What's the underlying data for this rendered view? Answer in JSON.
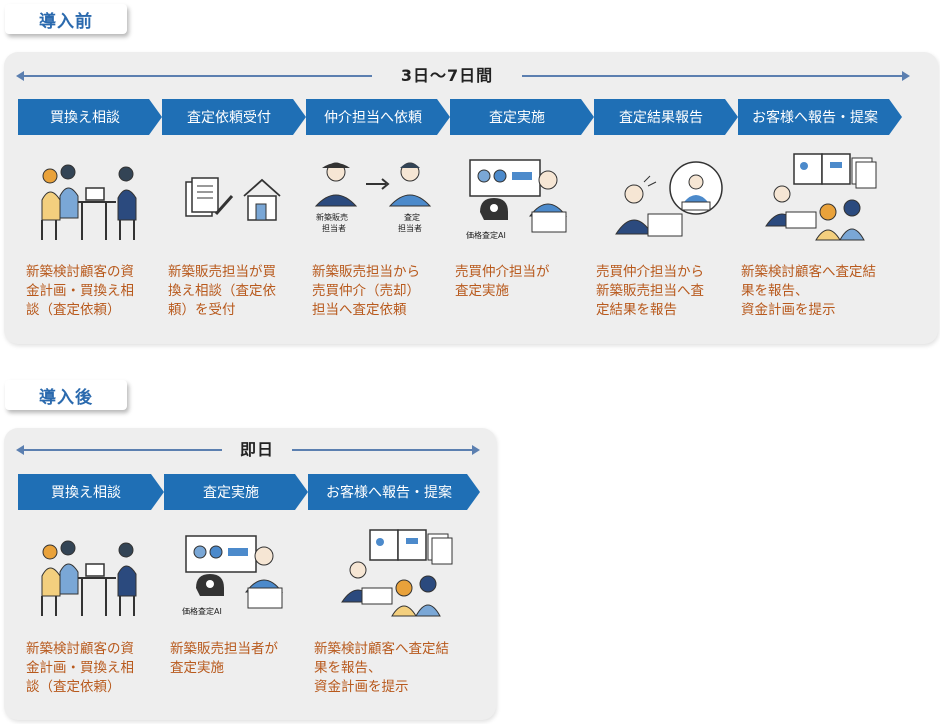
{
  "before": {
    "tab_label": "導入前",
    "duration": "3日〜7日間",
    "steps": [
      {
        "label": "買換え相談",
        "description": "新築検討顧客の資\n金計画・買換え相\n談（査定依頼）",
        "illustration": "consultation-icon"
      },
      {
        "label": "査定依頼受付",
        "description": "新築販売担当が買\n換え相談（査定依\n頼）を受付",
        "illustration": "documents-house-icon"
      },
      {
        "label": "仲介担当へ依頼",
        "description": "新築販売担当から\n売買仲介（売却）\n担当へ査定依頼",
        "illustration": "handoff-icon",
        "captions": [
          "新築販売\n担当者",
          "査定\n担当者"
        ]
      },
      {
        "label": "査定実施",
        "description": "売買仲介担当が\n査定実施",
        "illustration": "ai-appraisal-icon",
        "captions": [
          "価格査定AI"
        ]
      },
      {
        "label": "査定結果報告",
        "description": "売買仲介担当から\n新築販売担当へ査\n定結果を報告",
        "illustration": "video-call-icon"
      },
      {
        "label": "お客様へ報告・提案",
        "description": "新築検討顧客へ査定結\n果を報告、\n資金計画を提示",
        "illustration": "presentation-icon"
      }
    ]
  },
  "after": {
    "tab_label": "導入後",
    "duration": "即日",
    "steps": [
      {
        "label": "買換え相談",
        "description": "新築検討顧客の資\n金計画・買換え相\n談（査定依頼）",
        "illustration": "consultation-icon"
      },
      {
        "label": "査定実施",
        "description": "新築販売担当者が\n査定実施",
        "illustration": "ai-appraisal-icon",
        "captions": [
          "価格査定AI"
        ]
      },
      {
        "label": "お客様へ報告・提案",
        "description": "新築検討顧客へ査定結\n果を報告、\n資金計画を提示",
        "illustration": "presentation-icon"
      }
    ]
  },
  "colors": {
    "step_fill": "#1f6fb5",
    "tab_text": "#2b6aae",
    "description_text": "#b8591c",
    "panel_bg": "#eeeeee",
    "timeline_line": "#5b7fb0"
  }
}
